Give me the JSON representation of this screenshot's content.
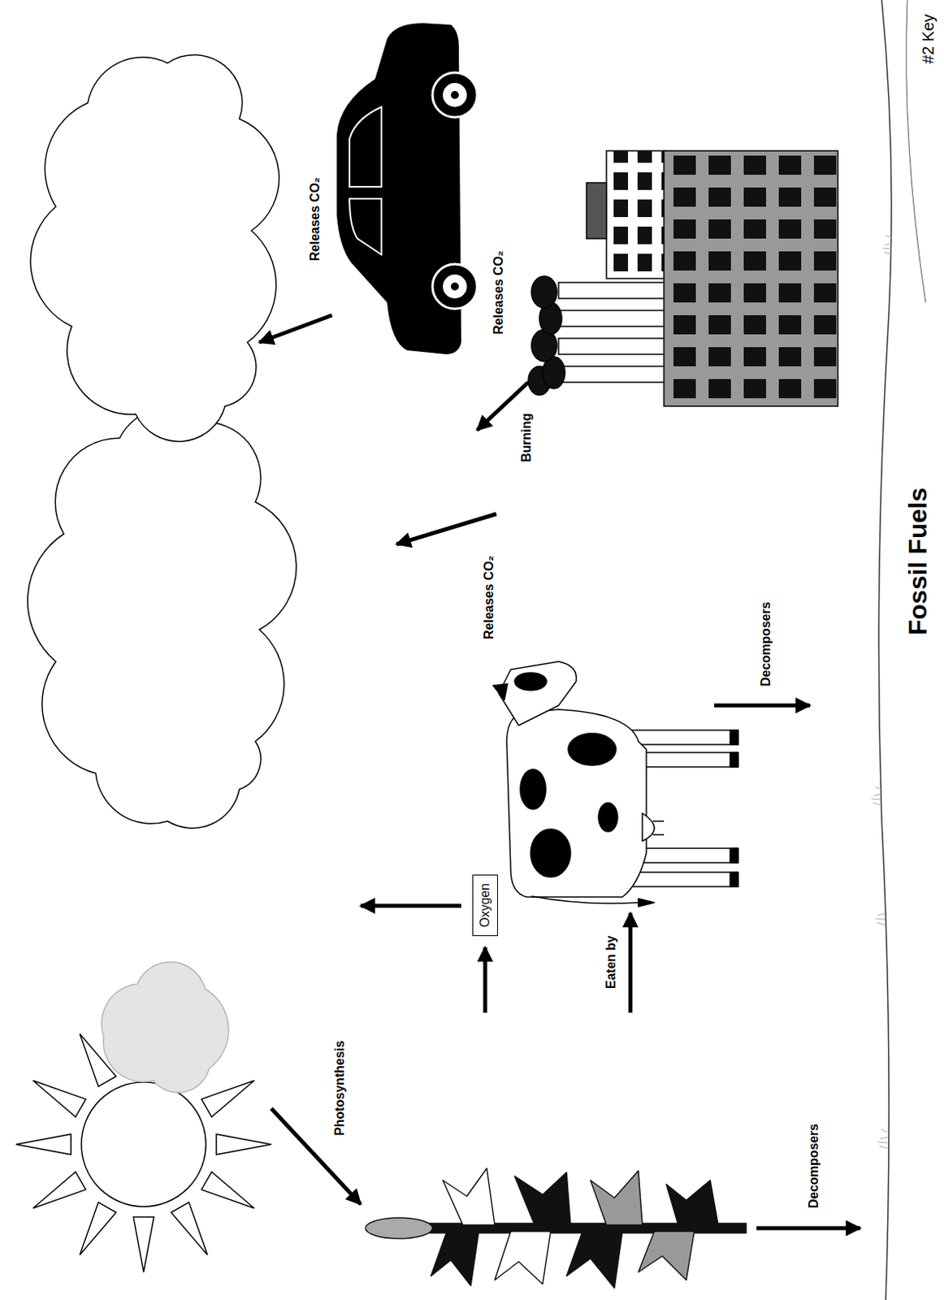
{
  "diagram": {
    "nodes": [
      {
        "text": [
          "Oxygen"
        ]
      }
    ],
    "labels": [
      "#2 Key",
      "Photosynthesis",
      "Eaten by",
      "Releases CO₂",
      "Decomposers",
      "Decomposers",
      "Releases CO₂",
      "Releases CO₂",
      "Burning",
      "Fossil Fuels"
    ]
  }
}
